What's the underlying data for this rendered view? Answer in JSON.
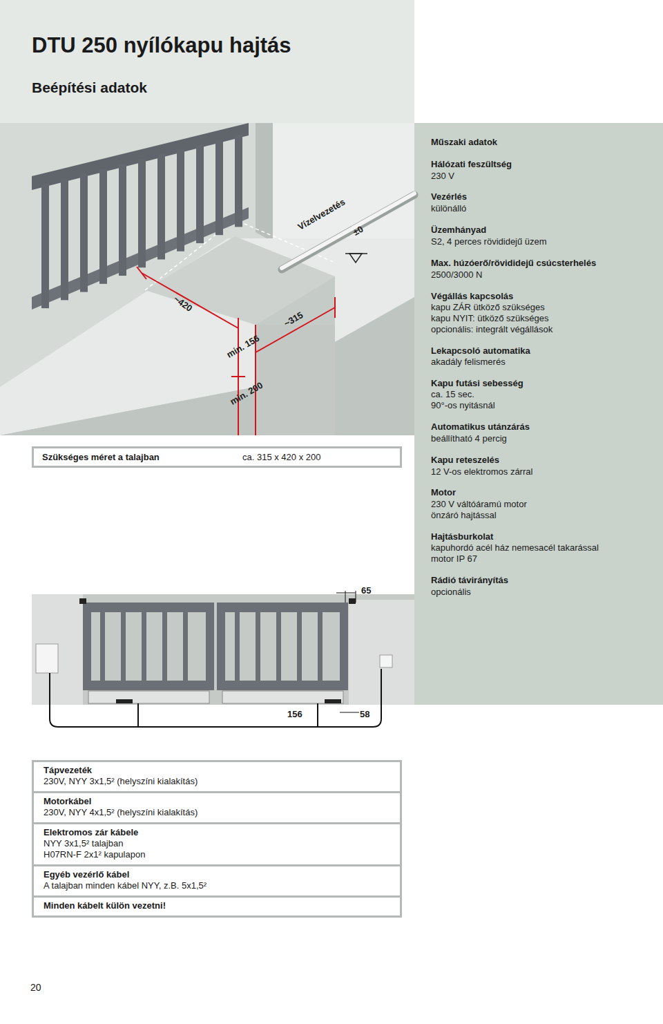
{
  "diagram": {
    "title": "DTU 250 nyílókapu hajtás",
    "nodes": [
      {
        "text": [
          "Szükséges méret a talajban",
          "ca. 315 x 420 x 200"
        ]
      },
      {
        "text": [
          "Tápvezeték",
          "230V, NYY 3x1,5² (helyszíni kialakítás)"
        ]
      },
      {
        "text": [
          "Motorkábel",
          "230V, NYY 4x1,5² (helyszíni kialakítás)"
        ]
      },
      {
        "text": [
          "Elektromos zár kábele",
          "NYY 3x1,5² talajban",
          "H07RN-F 2x1² kapulapon"
        ]
      },
      {
        "text": [
          "Egyéb vezérlő kábel",
          "A talajban minden kábel NYY, z.B. 5x1,5²"
        ]
      },
      {
        "text": [
          "Minden kábelt külön vezetni!"
        ]
      }
    ],
    "labels": [
      "Beépítési adatok",
      "Vízelvezetés",
      "±0",
      "~420",
      "~315",
      "min. 156",
      "min. 200",
      "65",
      "156",
      "58",
      "Műszaki adatok",
      "Hálózati feszültség",
      "230 V",
      "Vezérlés",
      "különálló",
      "Üzemhányad",
      "S2, 4 perces rövididejű üzem",
      "Max. húzóerő/rövididejű csúcsterhelés",
      "2500/3000 N",
      "Végállás kapcsolás",
      "kapu ZÁR ütköző szükséges",
      "kapu NYIT: ütköző szükséges",
      "opcionális: integrált végállások",
      "Lekapcsoló automatika",
      "akadály felismerés",
      "Kapu futási sebesség",
      "ca. 15 sec.",
      "90°-os nyitásnál",
      "Automatikus utánzárás",
      "beállítható 4 percig",
      "Kapu reteszelés",
      "12 V-os elektromos zárral",
      "Motor",
      "230 V váltóáramú motor",
      "önzáró hajtással",
      "Hajtásburkolat",
      "kapuhordó acél ház nemesacél takarással",
      "motor IP 67",
      "Rádió távirányítás",
      "opcionális",
      "20"
    ]
  }
}
